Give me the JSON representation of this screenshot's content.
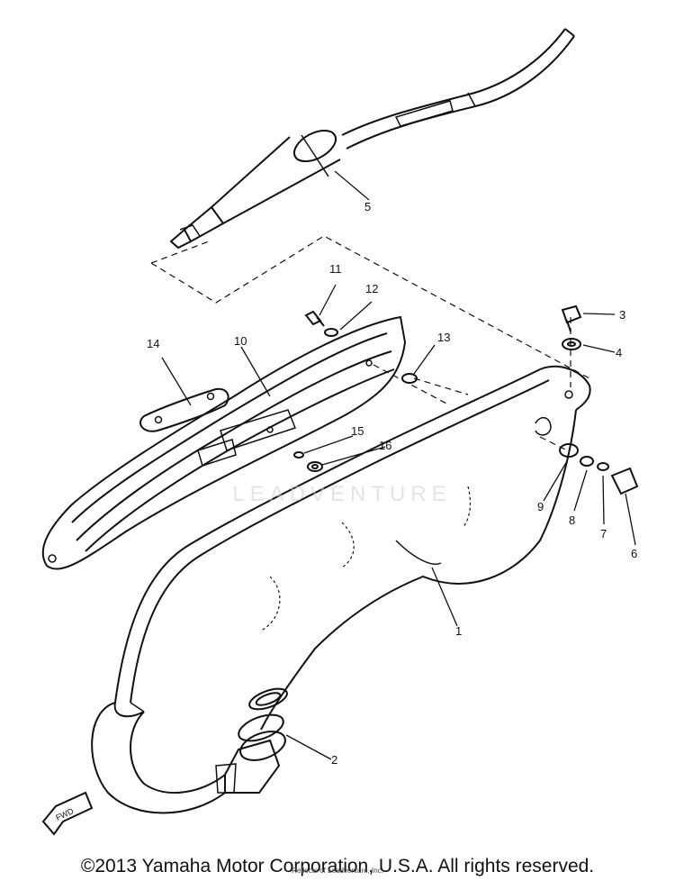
{
  "diagram": {
    "callouts": [
      {
        "id": "1",
        "text": "1"
      },
      {
        "id": "2",
        "text": "2"
      },
      {
        "id": "3",
        "text": "3"
      },
      {
        "id": "4",
        "text": "4"
      },
      {
        "id": "5",
        "text": "5"
      },
      {
        "id": "6",
        "text": "6"
      },
      {
        "id": "7",
        "text": "7"
      },
      {
        "id": "8",
        "text": "8"
      },
      {
        "id": "9",
        "text": "9"
      },
      {
        "id": "10",
        "text": "10"
      },
      {
        "id": "11",
        "text": "11"
      },
      {
        "id": "12",
        "text": "12"
      },
      {
        "id": "13",
        "text": "13"
      },
      {
        "id": "14",
        "text": "14"
      },
      {
        "id": "15",
        "text": "15"
      },
      {
        "id": "16",
        "text": "16"
      }
    ],
    "fwd_label": "FWD",
    "watermark": "LEADVENTURE",
    "credit": "Reflects of Leadventure, Inc.",
    "copyright": "©2013 Yamaha Motor Corporation, U.S.A. All rights reserved."
  }
}
